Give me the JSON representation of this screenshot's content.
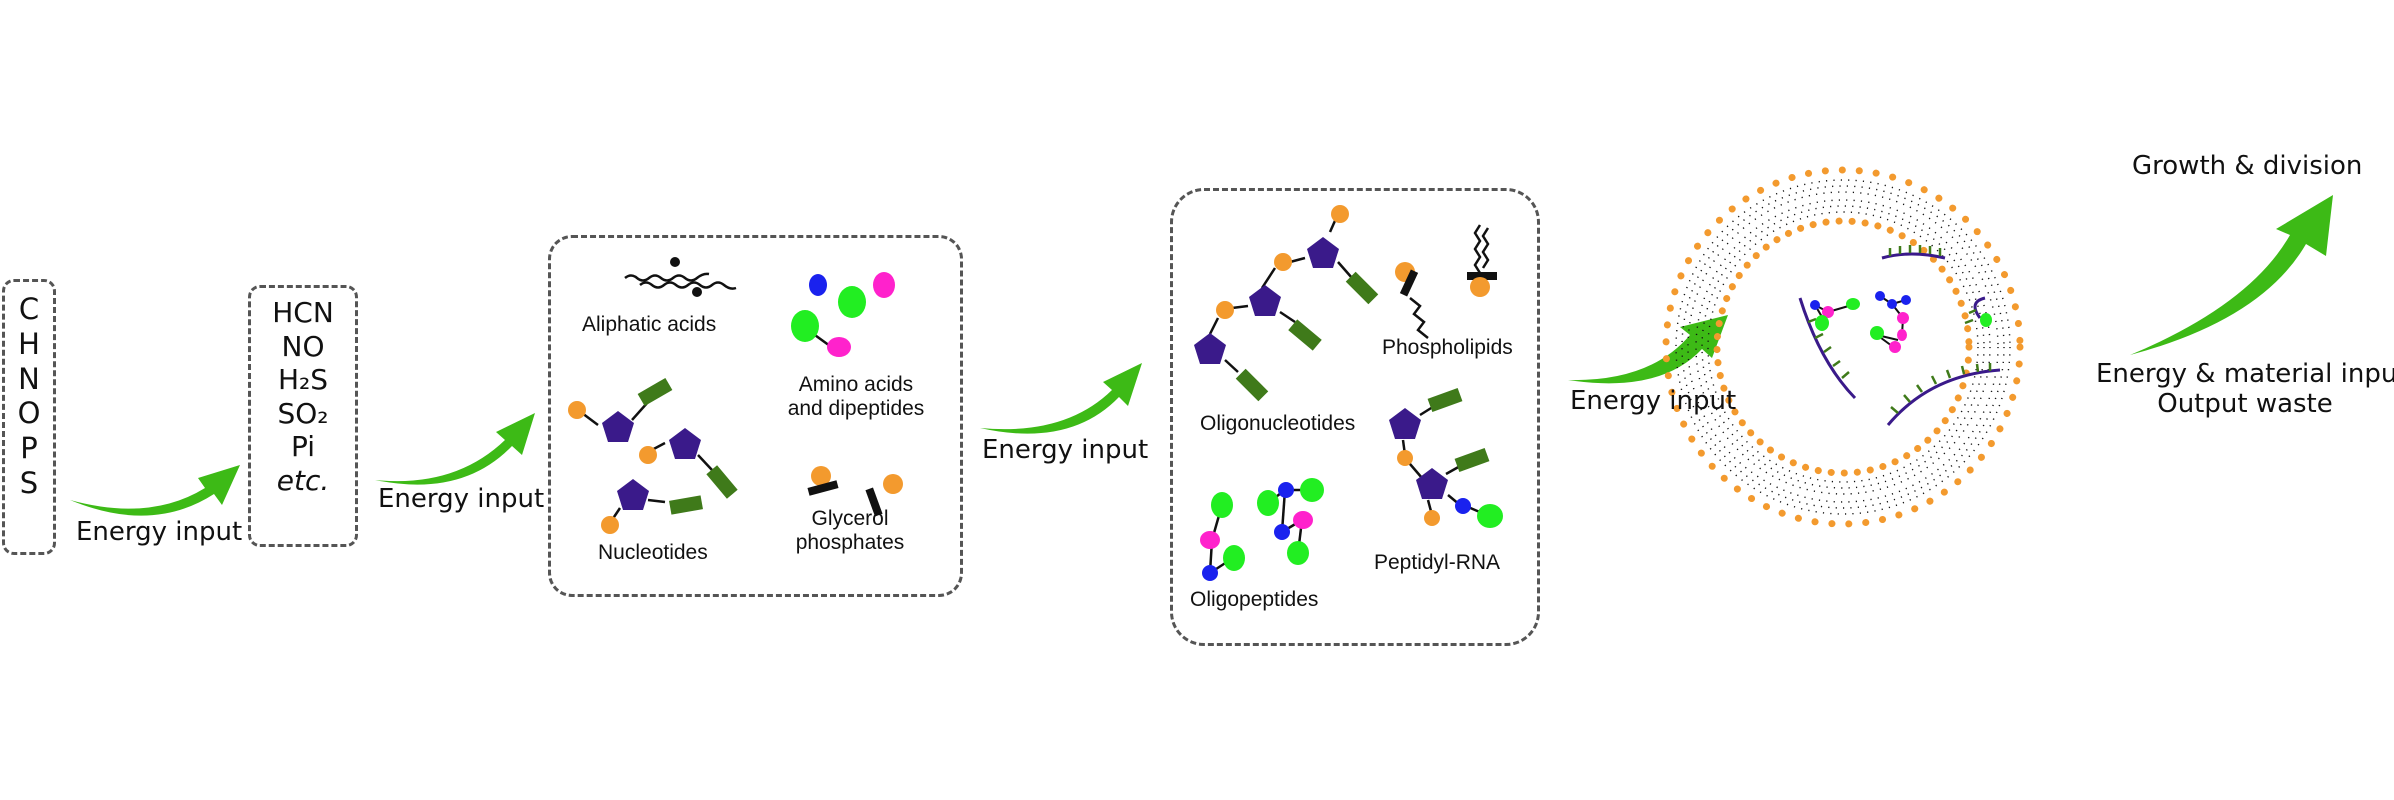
{
  "elements": [
    "C",
    "H",
    "N",
    "O",
    "P",
    "S"
  ],
  "small_molecules": [
    "HCN",
    "NO",
    "H₂S",
    "SO₂",
    "Pi",
    "etc."
  ],
  "energy_label": "Energy input",
  "monomers": {
    "aliphatic": "Aliphatic acids",
    "amino_1": "Amino acids",
    "amino_2": "and dipeptides",
    "nucleotides": "Nucleotides",
    "glycerol_1": "Glycerol",
    "glycerol_2": "phosphates"
  },
  "polymers": {
    "oligonucleotides": "Oligonucleotides",
    "phospholipids": "Phospholipids",
    "oligopeptides": "Oligopeptides",
    "peptidyl_rna": "Peptidyl-RNA"
  },
  "cell": {
    "growth": "Growth & division",
    "input": "Energy & material input",
    "output": "Output waste"
  },
  "colors": {
    "arrow_green": "#3dba16",
    "sugar_purple": "#3a1a8a",
    "phosphate_orange": "#f39a2e",
    "base_green": "#3f7a1a",
    "amino_green": "#22ee22",
    "amino_magenta": "#ff22cc",
    "amino_blue": "#1a22ee"
  }
}
